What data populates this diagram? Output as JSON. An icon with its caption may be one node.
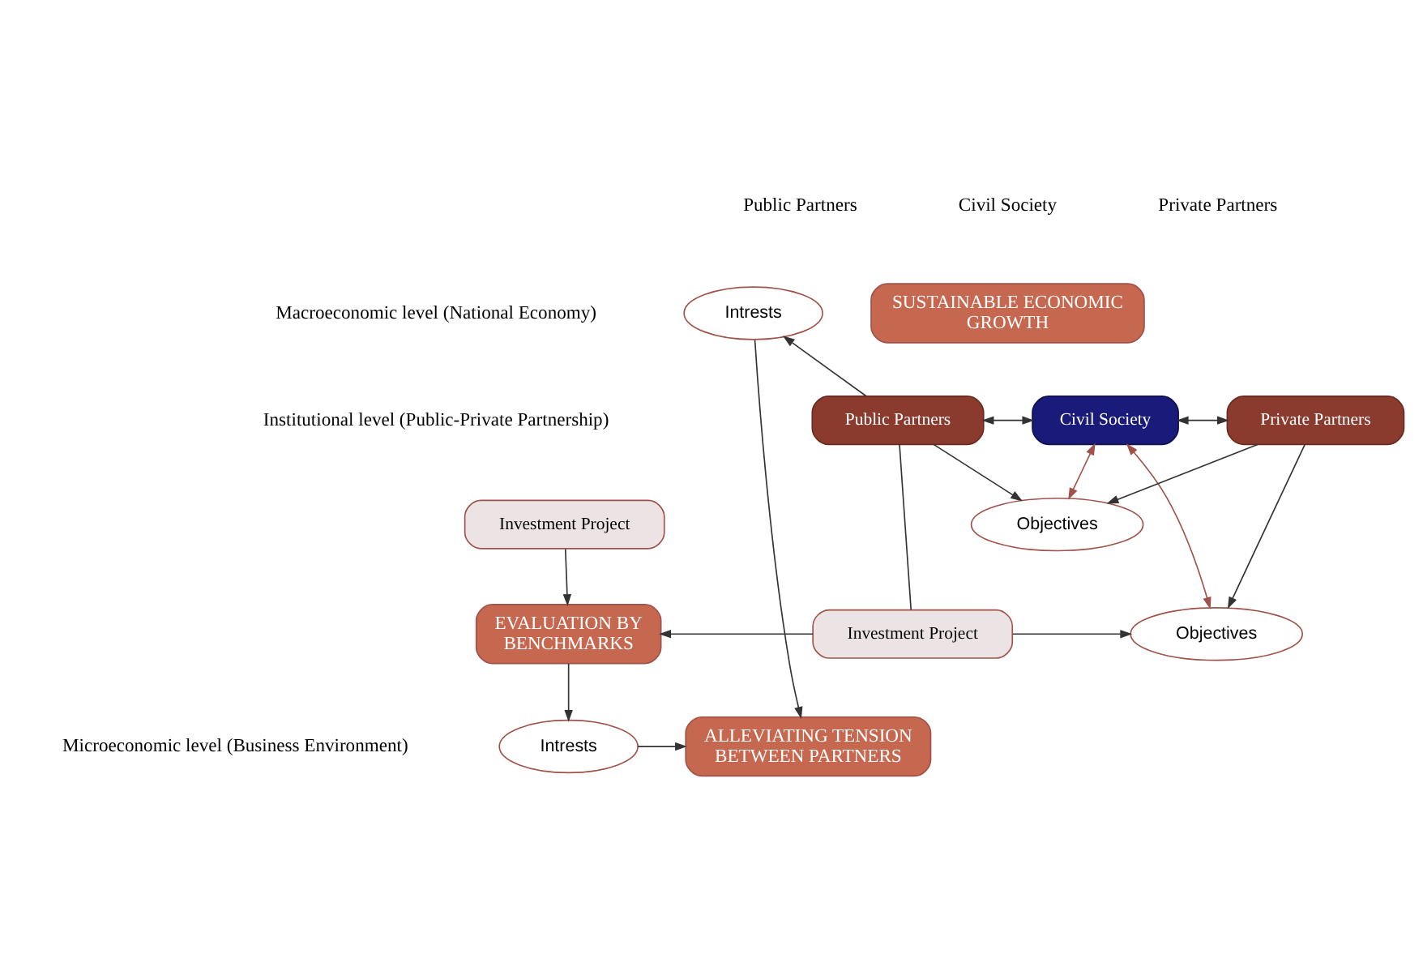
{
  "diagram": {
    "nodes": [
      {
        "text": [
          "Intrests"
        ]
      },
      {
        "text": [
          "SUSTAINABLE ECONOMIC GROWTH"
        ]
      },
      {
        "text": [
          "Investment Project"
        ]
      },
      {
        "text": [
          "Objectives"
        ]
      },
      {
        "text": [
          "Public Partners"
        ]
      },
      {
        "text": [
          "Civil Society"
        ]
      },
      {
        "text": [
          "Private Partners"
        ]
      },
      {
        "text": [
          "EVALUATION BY BENCHMARKS"
        ]
      },
      {
        "text": [
          "Objectives"
        ]
      },
      {
        "text": [
          "Investment Project"
        ]
      },
      {
        "text": [
          "ALLEVIATING TENSION BETWEEN PARTNERS"
        ]
      },
      {
        "text": [
          "Intrests"
        ]
      }
    ],
    "edges": [
      {
        "from": 4,
        "to": 0,
        "arrow": "to"
      },
      {
        "from": 4,
        "to": 2,
        "arrow": "none"
      },
      {
        "from": 2,
        "to": 3,
        "arrow": "to"
      },
      {
        "from": 2,
        "to": 7,
        "arrow": "to"
      },
      {
        "from": 0,
        "to": 10,
        "arrow": "to"
      },
      {
        "from": 4,
        "to": 5,
        "arrow": "both"
      },
      {
        "from": 4,
        "to": 8,
        "arrow": "to"
      },
      {
        "from": 5,
        "to": 6,
        "arrow": "both"
      },
      {
        "from": 6,
        "to": 3,
        "arrow": "to"
      },
      {
        "from": 6,
        "to": 8,
        "arrow": "to"
      },
      {
        "from": 3,
        "to": 5,
        "arrow": "both",
        "color": "#a0524a"
      },
      {
        "from": 5,
        "to": 8,
        "arrow": "both",
        "color": "#a0524a"
      },
      {
        "from": 9,
        "to": 7,
        "arrow": "to"
      },
      {
        "from": 7,
        "to": 11,
        "arrow": "to"
      },
      {
        "from": 11,
        "to": 10,
        "arrow": "to"
      }
    ],
    "labels": [
      "Public Partners",
      "Civil Society",
      "Private Partners",
      "Macroeconomic level (National Economy)",
      "Institutional level (Public-Private Partnership)",
      "Microeconomic level (Business Environment)"
    ]
  }
}
